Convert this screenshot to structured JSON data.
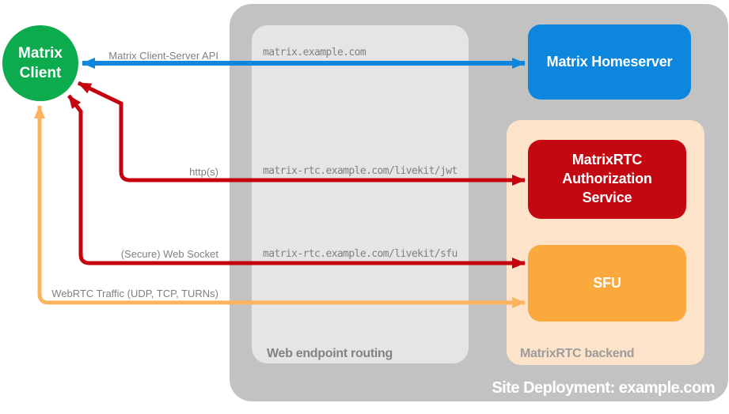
{
  "colors": {
    "green": "#0cab4e",
    "blue": "#0d87dd",
    "red": "#c40812",
    "red_arrow": "#c7020f",
    "orange": "#fba93d",
    "orange_arrow": "#fbb45c",
    "peach": "#fce3ca",
    "outer_gray": "#c2c2c2",
    "inner_gray": "#e5e5e5"
  },
  "client": {
    "label": "Matrix\nClient"
  },
  "nodes": {
    "homeserver": {
      "label": "Matrix Homeserver"
    },
    "auth": {
      "label": "MatrixRTC\nAuthorization\nService"
    },
    "sfu": {
      "label": "SFU"
    }
  },
  "containers": {
    "site": {
      "label": "Site Deployment: example.com"
    },
    "routing": {
      "label": "Web endpoint routing"
    },
    "backend": {
      "label": "MatrixRTC backend"
    }
  },
  "endpoints": [
    "matrix.example.com",
    "matrix-rtc.example.com/livekit/jwt",
    "matrix-rtc.example.com/livekit/sfu"
  ],
  "arrows": [
    {
      "label": "Matrix Client-Server API"
    },
    {
      "label": "http(s)"
    },
    {
      "label": "(Secure) Web Socket"
    },
    {
      "label": "WebRTC Traffic (UDP, TCP, TURNs)"
    }
  ]
}
